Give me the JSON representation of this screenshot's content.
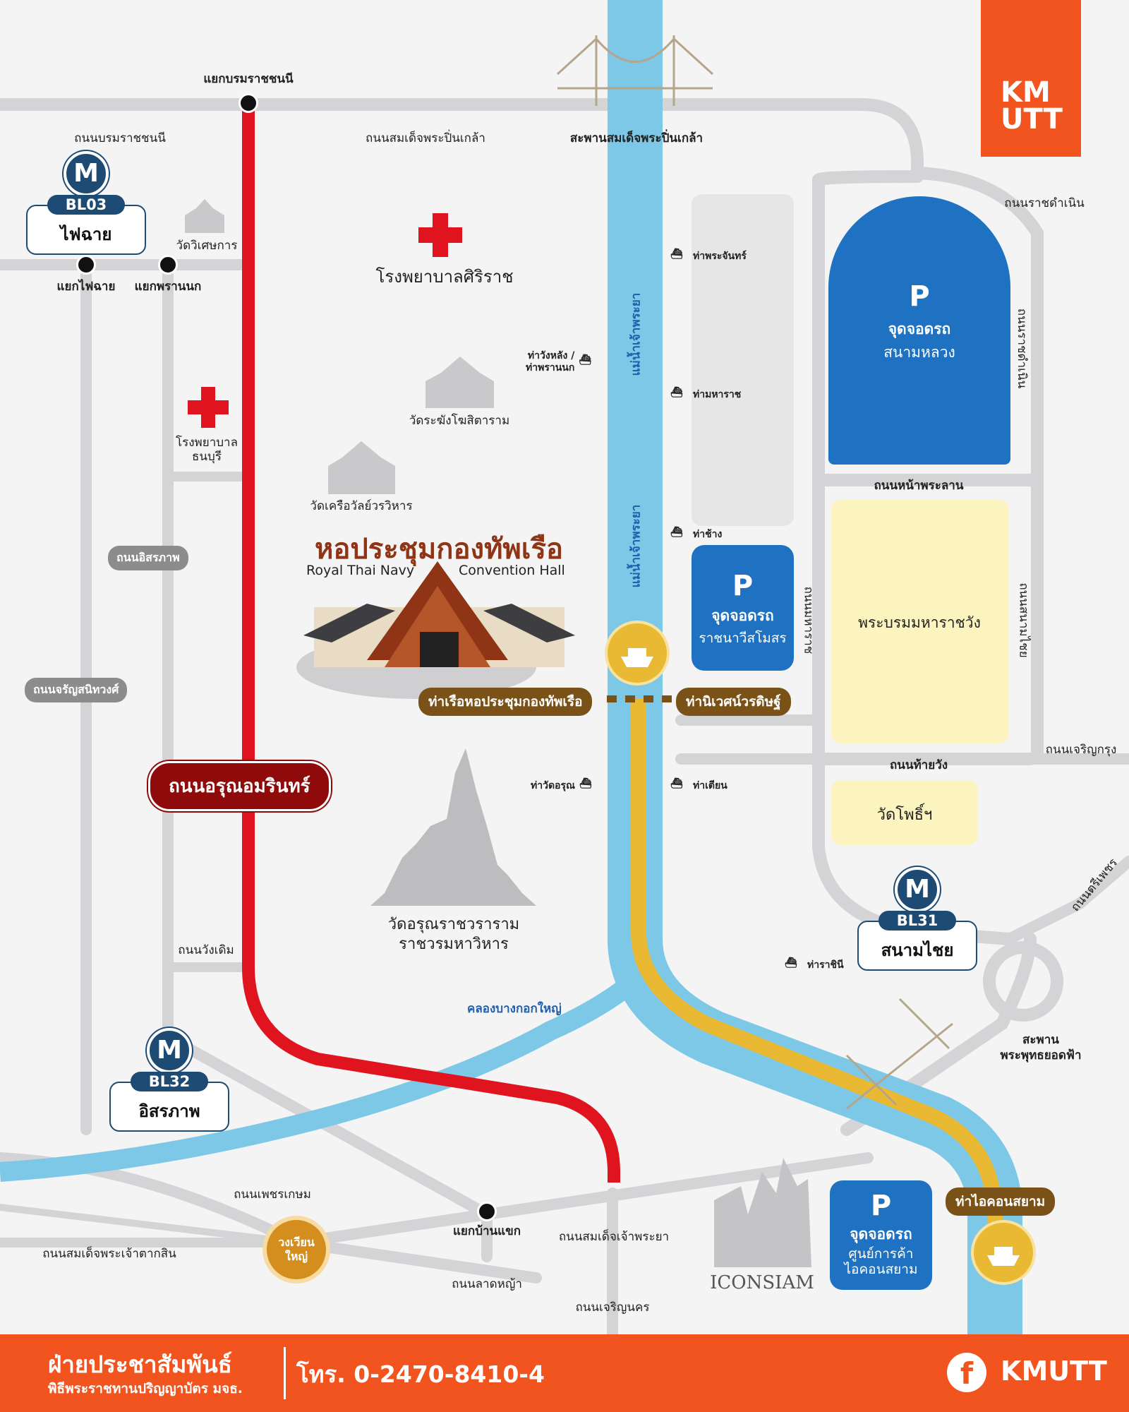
{
  "logo": {
    "text_top": "KM",
    "text_bottom": "UTT",
    "bg": "#f2541f"
  },
  "intersections": {
    "borom": "แยกบรมราชชนนี",
    "faichai": "แยกไฟฉาย",
    "phrannok": "แยกพรานนก",
    "bankhaek": "แยกบ้านแขก"
  },
  "roads": {
    "borom": "ถนนบรมราชชนนี",
    "pinklao": "ถนนสมเด็จพระปิ่นเกล้า",
    "ratchadamnoen_top": "ถนนราชดำเนิน",
    "ratchadamnoen_side": "ถนนราชดำเนิน",
    "na_phralan": "ถนนหน้าพระลาน",
    "maharat": "ถนนมหาราช",
    "sanamchai": "ถนนสนามไชย",
    "charoenkrung": "ถนนเจริญกรุง",
    "thaiwang": "ถนนท้ายวัง",
    "tripetch": "ถนนตรีเพชร",
    "itsaraphap": "ถนนอิสรภาพ",
    "charansanitwong": "ถนนจรัญสนิทวงศ์",
    "arun_amarin": "ถนนอรุณอมรินทร์",
    "wangdoem": "ถนนวังเดิม",
    "phetkasem": "ถนนเพชรเกษม",
    "taksin": "ถนนสมเด็จพระเจ้าตากสิน",
    "chaophraya": "ถนนสมเด็จเจ้าพระยา",
    "lat_ya": "ถนนลาดหญ้า",
    "charoennakhon": "ถนนเจริญนคร"
  },
  "bridges": {
    "pinklao": "สะพานสมเด็จพระปิ่นเกล้า",
    "phutthayotfa": "สะพาน\nพระพุทธยอดฟ้า"
  },
  "stations": {
    "bl03": {
      "code": "BL03",
      "name": "ไฟฉาย",
      "icon": "M"
    },
    "bl31": {
      "code": "BL31",
      "name": "สนามไชย",
      "icon": "M"
    },
    "bl32": {
      "code": "BL32",
      "name": "อิสรภาพ",
      "icon": "M"
    }
  },
  "landmarks": {
    "siriraj": "โรงพยาบาลศิริราช",
    "thonburi_hosp": "โรงพยาบาล\nธนบุรี",
    "wisetkan": "วัดวิเศษการ",
    "rakhang": "วัดระฆังโฆสิตาราม",
    "khruawan": "วัดเครือวัลย์วรวิหาร",
    "arun": "วัดอรุณราชวราราม\nราชวรมหาวิหาร",
    "grand_palace": "พระบรมมหาราชวัง",
    "wat_pho": "วัดโพธิ์ฯ",
    "iconsiam_logo": "ICONSIAM"
  },
  "venue": {
    "title_th": "หอประชุมกองทัพเรือ",
    "title_en_left": "Royal Thai Navy",
    "title_en_right": "Convention Hall",
    "pier": "ท่าเรือหอประชุมกองทัพเรือ",
    "pier_opposite": "ท่านิเวศน์วรดิษฐ์",
    "iconsiam_pier": "ท่าไอคอนสยาม"
  },
  "river": {
    "name1": "แม่น้ำเจ้าพระยา",
    "name2": "แม่น้ำเจ้าพระยา",
    "canal": "คลองบางกอกใหญ่"
  },
  "piers": {
    "phra_chan": "ท่าพระจันทร์",
    "wang_lang": "ท่าวังหลัง /\nท่าพรานนก",
    "maharat": "ท่ามหาราช",
    "chang": "ท่าช้าง",
    "wat_arun": "ท่าวัดอรุณ",
    "tien": "ท่าเตียน",
    "rachini": "ท่าราชินี"
  },
  "parking": {
    "sanam_luang": {
      "p": "P",
      "line1": "จุดจอดรถ",
      "line2": "สนามหลวง"
    },
    "ratchanawi": {
      "p": "P",
      "line1": "จุดจอดรถ",
      "line2": "ราชนาวีสโมสร"
    },
    "iconsiam": {
      "p": "P",
      "line1": "จุดจอดรถ",
      "line2": "ศูนย์การค้า\nไอคอนสยาม"
    }
  },
  "roundabout": "วงเวียน\nใหญ่",
  "footer": {
    "dept": "ฝ่ายประชาสัมพันธ์",
    "event": "พิธีพระราชทานปริญญาบัตร มจธ.",
    "tel_label": "โทร.",
    "tel": "0-2470-8410-4",
    "social": "KMUTT",
    "social_icon": "facebook-icon"
  },
  "colors": {
    "river": "#7cc8e6",
    "road": "#d3d3d3",
    "red_line": "#e0141e",
    "gold_route": "#e9b934",
    "parking": "#1e72c1",
    "accent": "#f2541f",
    "station": "#1e4b73"
  }
}
